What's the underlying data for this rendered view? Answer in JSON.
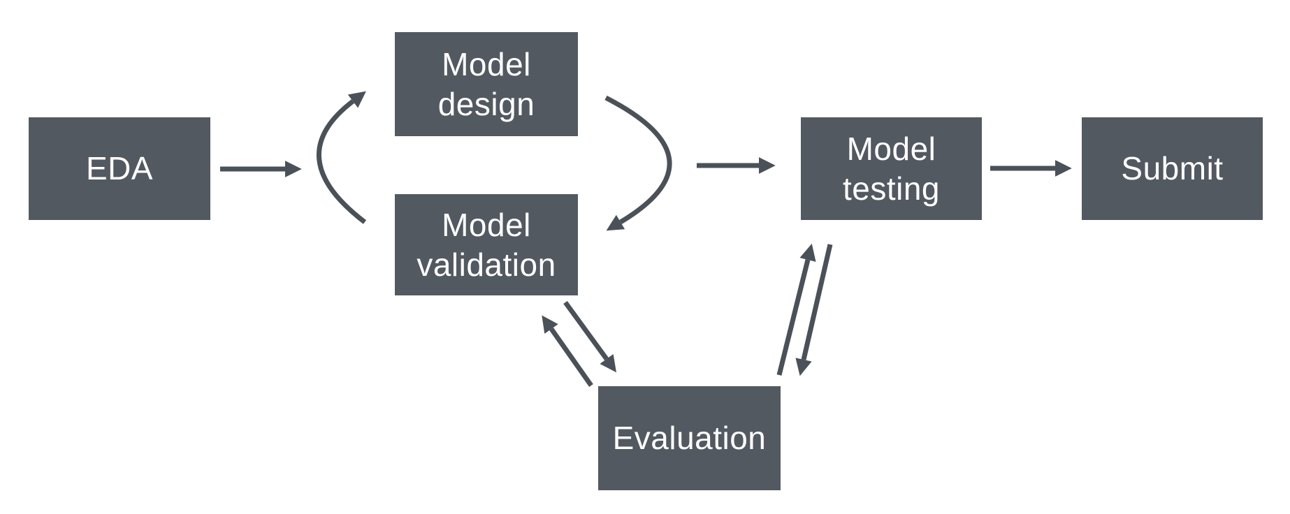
{
  "diagram": {
    "type": "flowchart",
    "background": "#ffffff",
    "node_fill": "#535961",
    "arrow_color": "#4B5158",
    "text_color": "#ffffff",
    "nodes": {
      "eda": {
        "label": "EDA",
        "lines": [
          "EDA"
        ]
      },
      "model_design": {
        "label": "Model design",
        "lines": [
          "Model",
          "design"
        ]
      },
      "model_validation": {
        "label": "Model validation",
        "lines": [
          "Model",
          "validation"
        ]
      },
      "model_testing": {
        "label": "Model testing",
        "lines": [
          "Model",
          "testing"
        ]
      },
      "submit": {
        "label": "Submit",
        "lines": [
          "Submit"
        ]
      },
      "evaluation": {
        "label": "Evaluation",
        "lines": [
          "Evaluation"
        ]
      }
    },
    "edges": [
      {
        "from": "eda",
        "to": "design_validation_cycle",
        "style": "straight",
        "direction": "right"
      },
      {
        "from": "model_validation",
        "to": "model_design",
        "style": "curved-arc",
        "direction": "up",
        "note": "left arc of design/validation loop"
      },
      {
        "from": "model_design",
        "to": "model_validation",
        "style": "curved-arc",
        "direction": "down",
        "note": "right arc of design/validation loop"
      },
      {
        "from": "design_validation_cycle",
        "to": "model_testing",
        "style": "straight",
        "direction": "right"
      },
      {
        "from": "model_testing",
        "to": "submit",
        "style": "straight",
        "direction": "right"
      },
      {
        "from": "model_validation",
        "to": "evaluation",
        "style": "straight",
        "direction": "down-right"
      },
      {
        "from": "evaluation",
        "to": "model_validation",
        "style": "straight",
        "direction": "up-left"
      },
      {
        "from": "evaluation",
        "to": "model_testing",
        "style": "straight",
        "direction": "up"
      },
      {
        "from": "model_testing",
        "to": "evaluation",
        "style": "straight",
        "direction": "down"
      }
    ]
  }
}
